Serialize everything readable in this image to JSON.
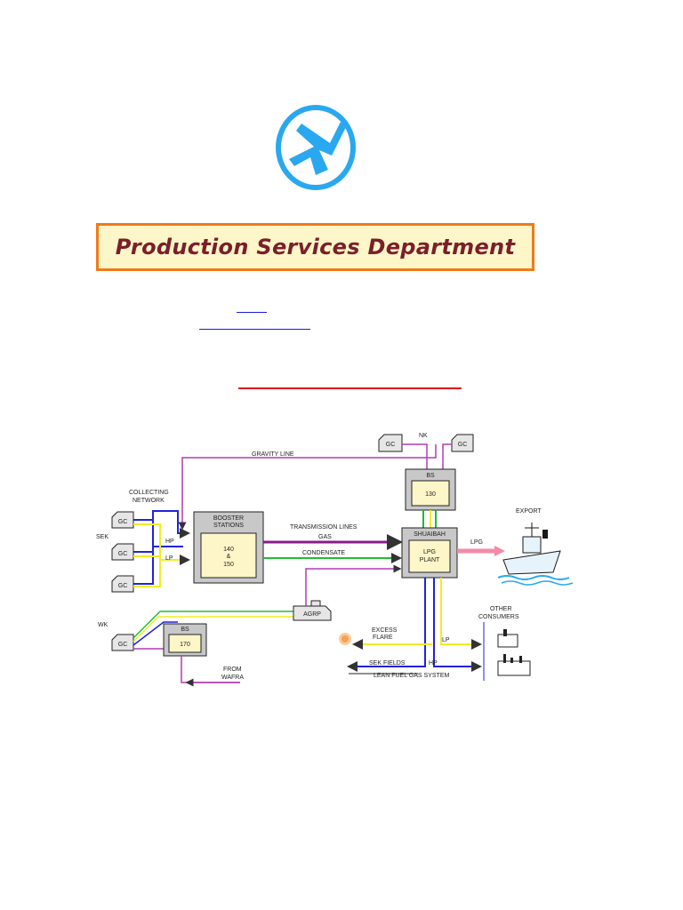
{
  "header": {
    "banner_title": "Production Services Department"
  },
  "diagram": {
    "labels": {
      "gravity_line": "GRAVITY LINE",
      "collecting_network_1": "COLLECTING",
      "collecting_network_2": "NETWORK",
      "sek": "SEK",
      "nk": "NK",
      "wk": "WK",
      "hp_left": "HP",
      "lp_left": "LP",
      "transmission_lines": "TRANSMISSION LINES",
      "gas": "GAS",
      "condensate": "CONDENSATE",
      "export": "EXPORT",
      "lpg": "LPG",
      "other_consumers_1": "OTHER",
      "other_consumers_2": "CONSUMERS",
      "excess_flare_1": "EXCESS",
      "excess_flare_2": "FLARE",
      "lp_right": "LP",
      "hp_right": "HP",
      "sek_fields": "SEK FIELDS",
      "lean_fuel_gas": "LEAN FUEL GAS SYSTEM",
      "from_wafra_1": "FROM",
      "from_wafra_2": "WAFRA"
    },
    "boxes": {
      "booster_title_1": "BOOSTER",
      "booster_title_2": "STATIONS",
      "booster_num_1": "140",
      "booster_num_2": "&",
      "booster_num_3": "150",
      "bs130_title": "BS",
      "bs130_num": "130",
      "lpg_title": "SHUAIBAH",
      "lpg_inner_1": "LPG",
      "lpg_inner_2": "PLANT",
      "bs170_title": "BS",
      "bs170_num": "170",
      "agrp": "AGRP",
      "gc": "GC"
    },
    "colors": {
      "hp": "#2222dd",
      "lp": "#eeee22",
      "gas": "#8a1a8a",
      "condensate": "#22bb33",
      "gravity": "#b23bb8",
      "lpg_arrow": "#f48aa8",
      "box_fill": "#c8c8c8",
      "inner_fill": "#fdf6c8"
    }
  },
  "logo": {
    "icon": "knpc-bird-logo",
    "color": "#29a8f0"
  }
}
